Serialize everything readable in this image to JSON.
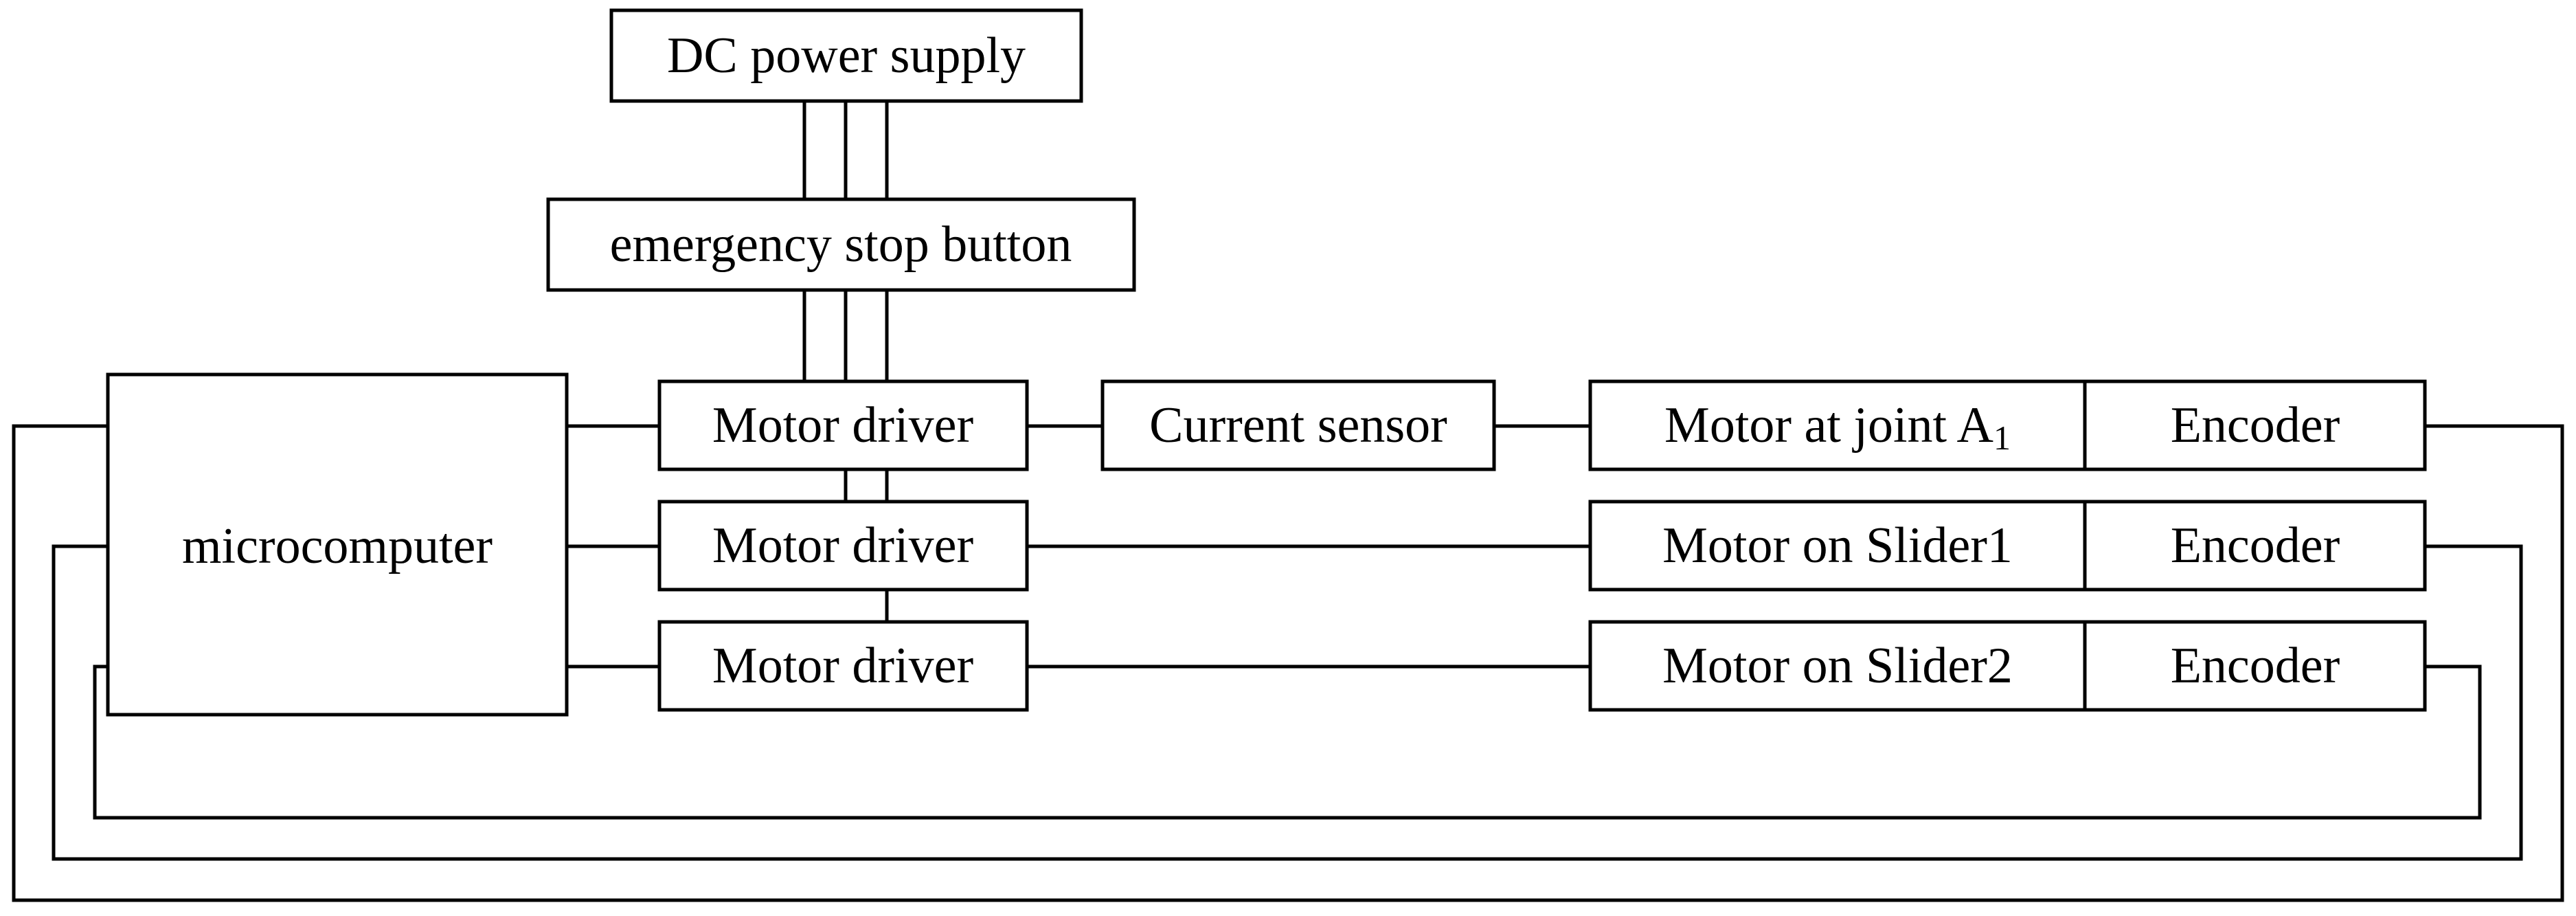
{
  "diagram": {
    "power_supply": "DC power supply",
    "estop": "emergency stop button",
    "microcomputer": "microcomputer",
    "driver_label": "Motor driver",
    "current_sensor": "Current sensor",
    "motor_joint": "Motor at joint A",
    "motor_joint_sub": "1",
    "motor_slider1": "Motor on Slider1",
    "motor_slider2": "Motor on Slider2",
    "encoder_label": "Encoder"
  }
}
